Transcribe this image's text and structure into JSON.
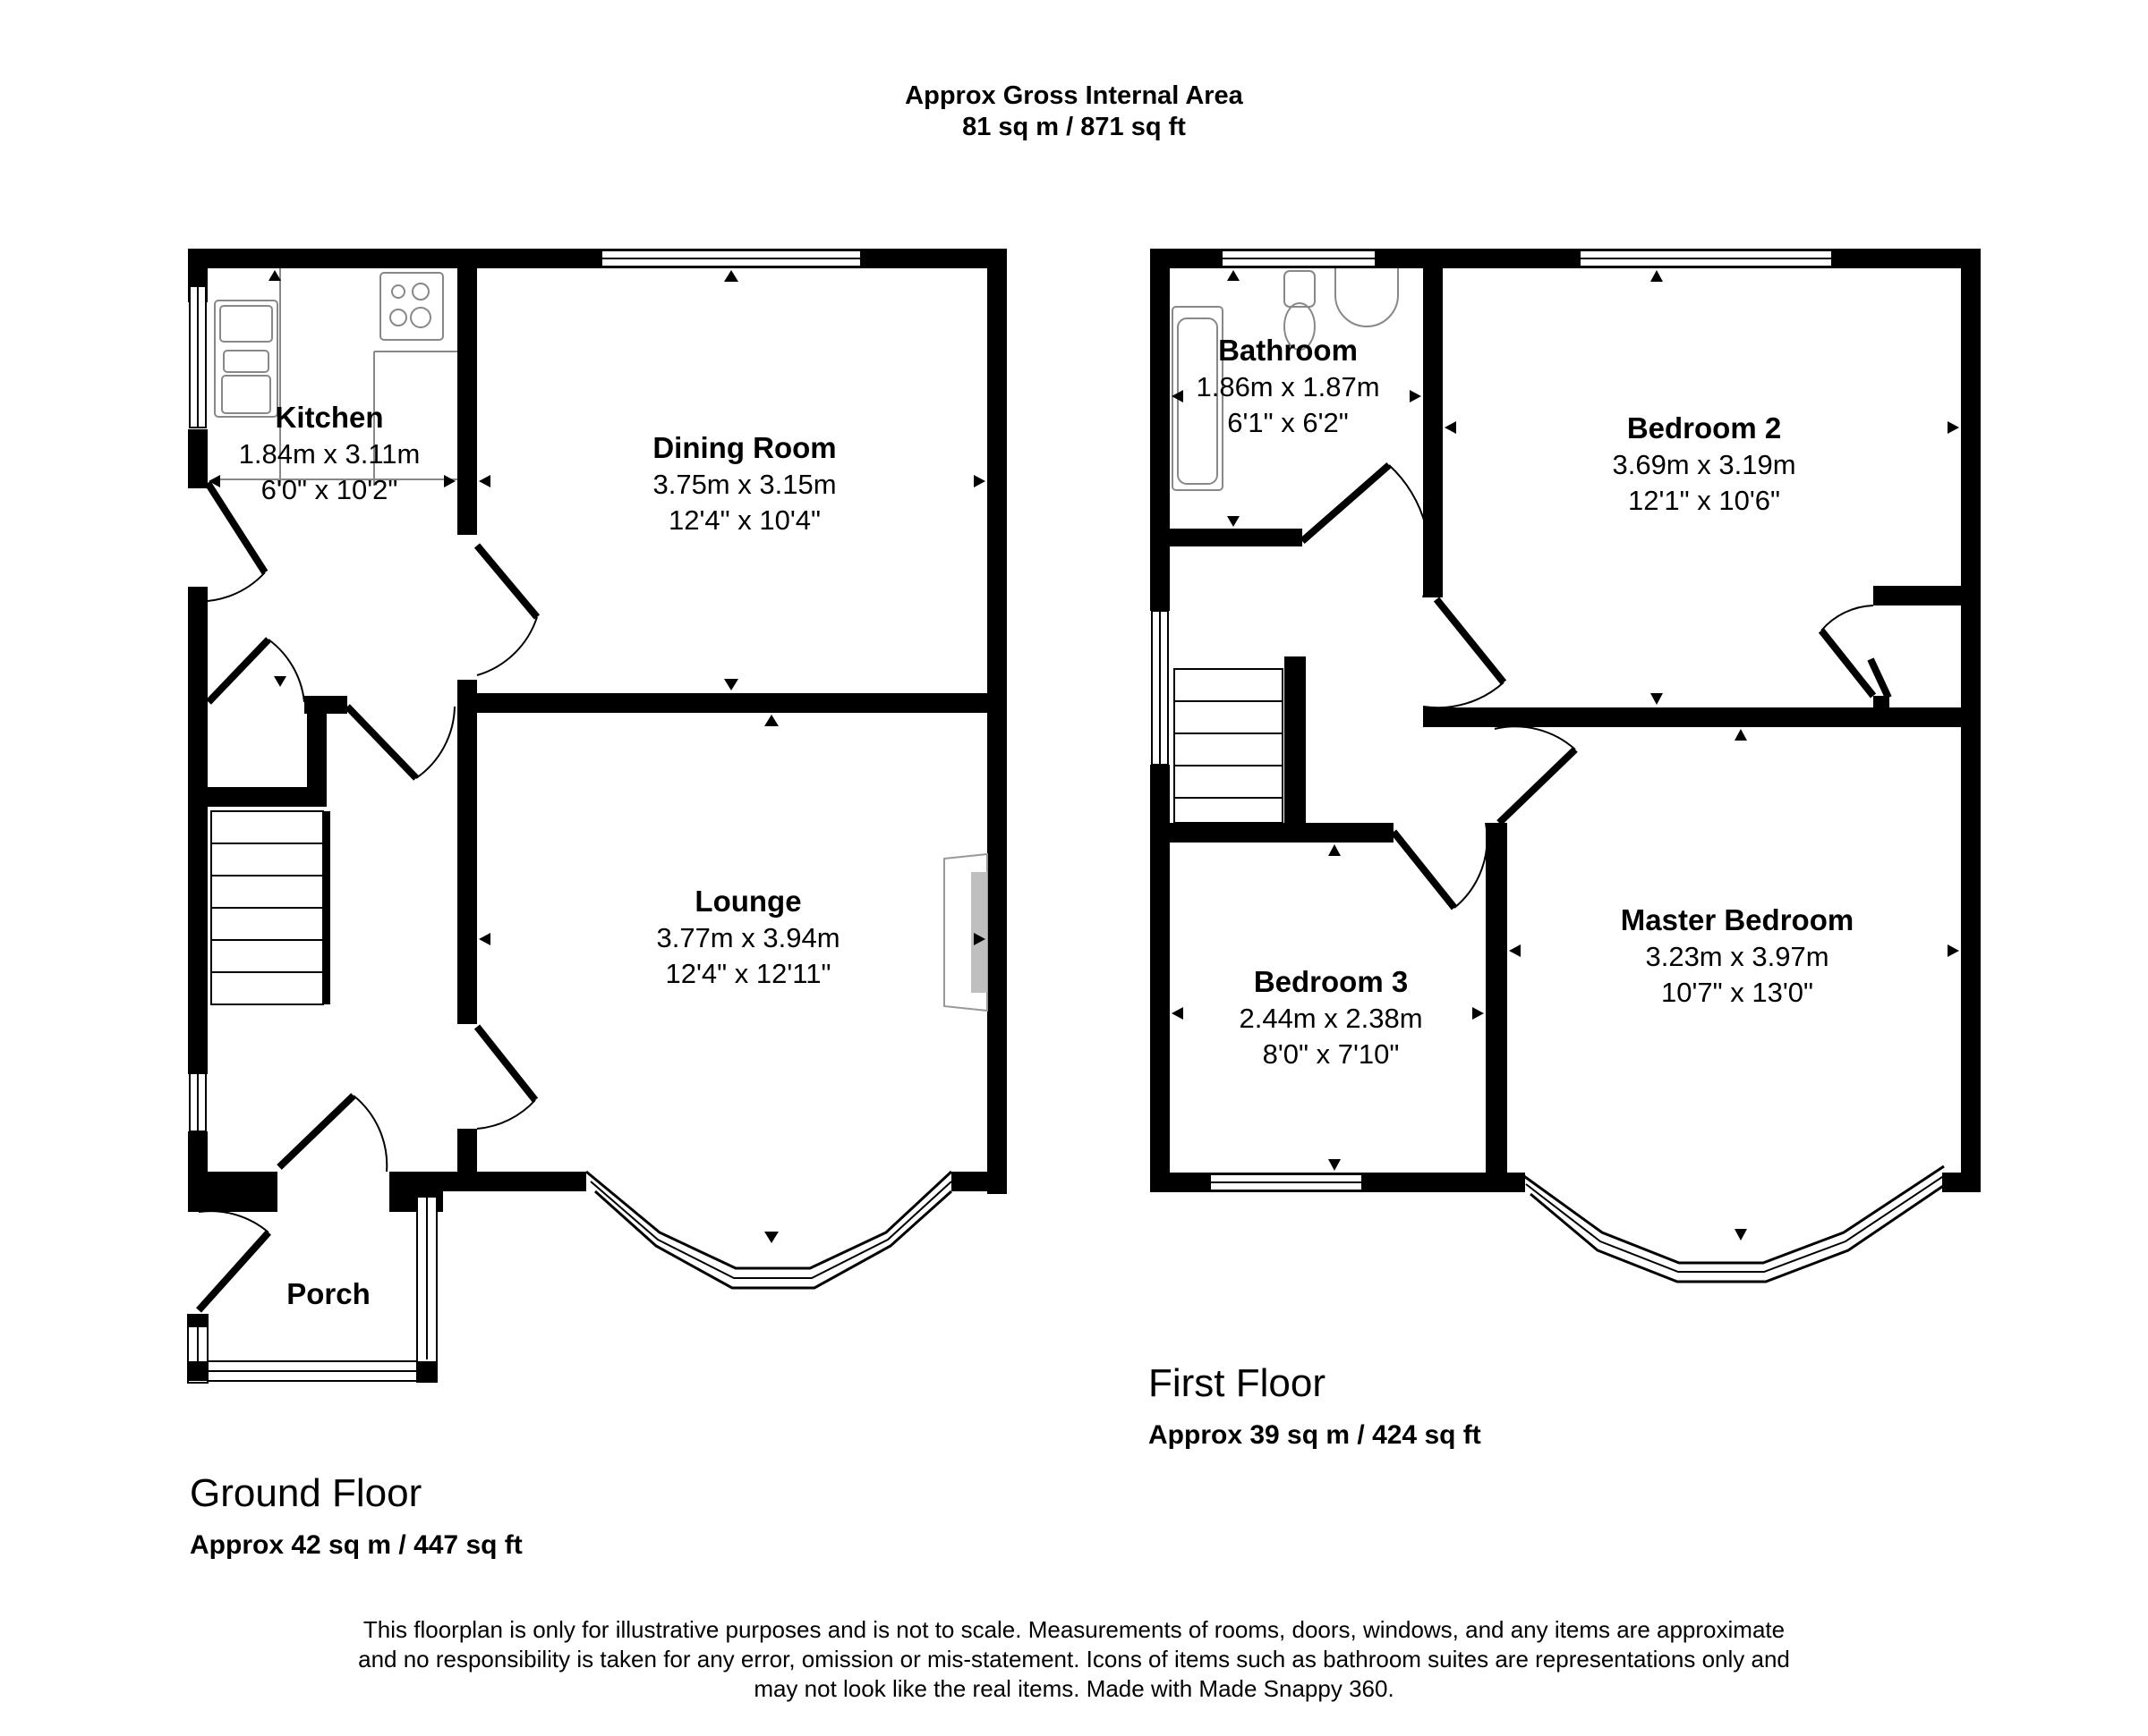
{
  "header": {
    "title": "Approx Gross Internal Area",
    "area": "81 sq m / 871 sq ft"
  },
  "floors": {
    "ground": {
      "title": "Ground Floor",
      "area": "Approx 42 sq m / 447 sq ft",
      "rooms": {
        "kitchen": {
          "name": "Kitchen",
          "metric": "1.84m x 3.11m",
          "imperial": "6'0\" x 10'2\""
        },
        "dining": {
          "name": "Dining Room",
          "metric": "3.75m x 3.15m",
          "imperial": "12'4\" x 10'4\""
        },
        "lounge": {
          "name": "Lounge",
          "metric": "3.77m x 3.94m",
          "imperial": "12'4\" x 12'11\""
        },
        "porch": {
          "name": "Porch"
        }
      }
    },
    "first": {
      "title": "First Floor",
      "area": "Approx 39 sq m / 424 sq ft",
      "rooms": {
        "bathroom": {
          "name": "Bathroom",
          "metric": "1.86m x 1.87m",
          "imperial": "6'1\" x 6'2\""
        },
        "bedroom2": {
          "name": "Bedroom 2",
          "metric": "3.69m x 3.19m",
          "imperial": "12'1\" x 10'6\""
        },
        "bedroom3": {
          "name": "Bedroom 3",
          "metric": "2.44m x 2.38m",
          "imperial": "8'0\" x 7'10\""
        },
        "master": {
          "name": "Master Bedroom",
          "metric": "3.23m x 3.97m",
          "imperial": "10'7\" x 13'0\""
        }
      }
    }
  },
  "disclaimer": {
    "line1": "This floorplan is only for illustrative purposes and is not to scale. Measurements of rooms, doors, windows, and any items are approximate",
    "line2": "and no responsibility is taken for any error, omission or mis-statement. Icons of items such as bathroom suites are representations only and",
    "line3": "may not look like the real items. Made with Made Snappy 360."
  },
  "colors": {
    "wall": "#000000",
    "background": "#ffffff",
    "fireplace": "#bfbfbf"
  }
}
